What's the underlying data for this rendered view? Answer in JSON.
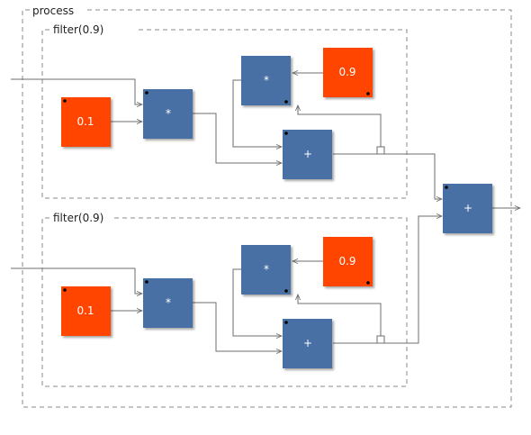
{
  "diagram": {
    "process_label": "process",
    "filter_top_label": "filter(0.9)",
    "filter_bottom_label": "filter(0.9)",
    "colors": {
      "operator": "#4a6fa5",
      "constant": "#ff4500",
      "wire": "#6e6e6e",
      "frame": "#8a8a8a"
    },
    "top_filter": {
      "const_in_label": "0.1",
      "mult_in_label": "*",
      "mult_fb_label": "*",
      "const_fb_label": "0.9",
      "add_label": "+"
    },
    "bottom_filter": {
      "const_in_label": "0.1",
      "mult_in_label": "*",
      "mult_fb_label": "*",
      "const_fb_label": "0.9",
      "add_label": "+"
    },
    "output_add_label": "+"
  }
}
